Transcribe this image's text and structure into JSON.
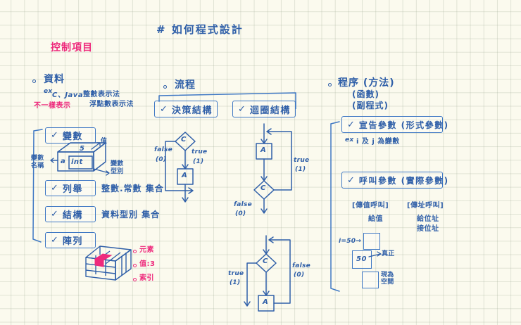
{
  "page": {
    "title": "# 如何程式設計",
    "section_label": "控制項目"
  },
  "columns": {
    "data": {
      "heading": "資料",
      "example_prefix": "ex",
      "example_langs": "C、Java",
      "example_line1": "整數表示法",
      "example_line2": "浮點數表示法",
      "note": "不一樣表示",
      "items": [
        {
          "check": "✓",
          "label": "變數",
          "note": ""
        },
        {
          "check": "✓",
          "label": "列舉",
          "note": "整數.常數 集合"
        },
        {
          "check": "✓",
          "label": "結構",
          "note": "資料型別 集合"
        },
        {
          "check": "✓",
          "label": "陣列",
          "note": ""
        }
      ],
      "var_diagram": {
        "name_label": "變數\n名稱",
        "type_label": "變數\n型別",
        "value_label": "值",
        "value": "5",
        "var_name": "a",
        "var_type": "int"
      },
      "array_diagram": {
        "labels": [
          "元素",
          "值:3",
          "索引"
        ]
      }
    },
    "flow": {
      "heading": "流程",
      "boxes": [
        {
          "check": "✓",
          "label": "決策結構"
        },
        {
          "check": "✓",
          "label": "迴圈結構"
        }
      ],
      "charts": [
        {
          "name": "decision-chart",
          "condition": "C",
          "action": "A",
          "false_label": "false",
          "false_value": "(0)",
          "true_label": "true",
          "true_value": "(1)"
        },
        {
          "name": "while-loop-chart",
          "condition": "C",
          "action": "A",
          "false_label": "false",
          "false_value": "(0)",
          "true_label": "true",
          "true_value": "(1)"
        },
        {
          "name": "do-while-loop-chart",
          "condition": "C",
          "action": "A",
          "false_label": "false",
          "false_value": "(0)",
          "true_label": "true",
          "true_value": "(1)"
        }
      ]
    },
    "procedure": {
      "heading": "程序 (方法)",
      "heading_line2": "(函數)",
      "heading_line3": "(副程式)",
      "declare": {
        "check": "✓",
        "label": "宣告參數 (形式參數)",
        "example_prefix": "ex",
        "example": "i 及 j 為變數"
      },
      "call": {
        "check": "✓",
        "label": "呼叫參數 (實際參數)",
        "by_value": {
          "title": "[傳值呼叫]",
          "sub": "給值"
        },
        "by_reference": {
          "title": "[傳址呼叫]",
          "sub_line1": "給位址",
          "sub_line2": "接位址"
        },
        "cells": [
          {
            "left_label": "i=50→",
            "value": "",
            "right_label": ""
          },
          {
            "left_label": "",
            "value": "50",
            "right_label": "真正"
          },
          {
            "left_label": "",
            "value": "",
            "right_label": "現為\n空間"
          }
        ]
      }
    }
  },
  "colors": {
    "ink": "#2f5fa8",
    "box_border": "#3f78c4",
    "accent_pink": "#ee2a7c",
    "paper": "#fbfaee",
    "grid": "#a0ac96"
  }
}
